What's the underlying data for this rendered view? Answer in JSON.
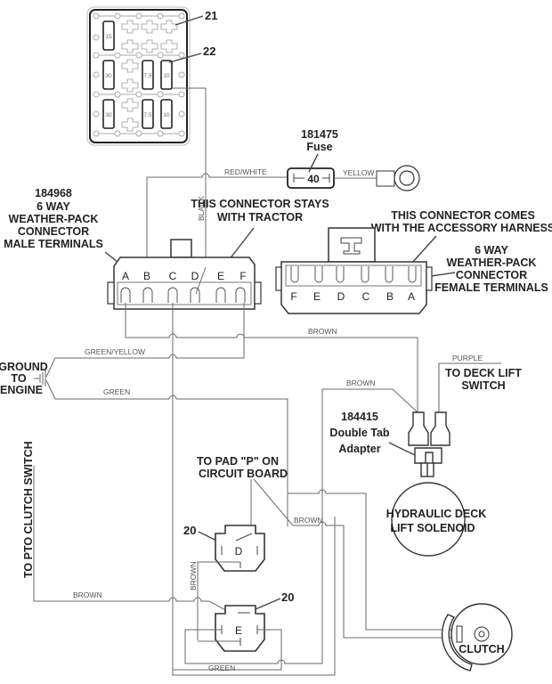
{
  "fuse_block": {
    "callouts": [
      "21",
      "22"
    ],
    "fuse_ratings": [
      "15",
      "30",
      "7.5",
      "10",
      "30",
      "7.5",
      "10"
    ]
  },
  "fuse": {
    "part_number": "181475",
    "name": "Fuse",
    "rating": "40"
  },
  "male_connector": {
    "part_number": "184968",
    "line1": "6 WAY",
    "line2": "WEATHER-PACK",
    "line3": "CONNECTOR",
    "line4": "MALE TERMINALS",
    "note_line1": "THIS CONNECTOR STAYS",
    "note_line2": "WITH TRACTOR",
    "pins": [
      "A",
      "B",
      "C",
      "D",
      "E",
      "F"
    ]
  },
  "female_connector": {
    "note_line1": "THIS CONNECTOR COMES",
    "note_line2": "WITH THE ACCESSORY HARNESS",
    "line1": "6 WAY",
    "line2": "WEATHER-PACK",
    "line3": "CONNECTOR",
    "line4": "FEMALE TERMINALS",
    "pins": [
      "F",
      "E",
      "D",
      "C",
      "B",
      "A"
    ]
  },
  "wires": {
    "red_white": "RED/WHITE",
    "yellow": "YELLOW",
    "black": "BLACK",
    "brown_top": "BROWN",
    "green_yellow": "GREEN/YELLOW",
    "green": "GREEN",
    "purple": "PURPLE",
    "brown_adapter": "BROWN",
    "brown_mid": "BROWN",
    "brown_vertical": "BROWN",
    "brown_pto": "BROWN",
    "green_bottom": "GREEN"
  },
  "ground": {
    "line1": "GROUND",
    "line2": "TO",
    "line3": "ENGINE"
  },
  "deck_lift_switch": {
    "line1": "TO DECK LIFT",
    "line2": "SWITCH"
  },
  "adapter": {
    "part_number": "184415",
    "line1": "Double Tab",
    "line2": "Adapter"
  },
  "solenoid": {
    "line1": "HYDRAULIC DECK",
    "line2": "LIFT SOLENOID"
  },
  "circuit_board": {
    "line1": "TO PAD \"P\" ON",
    "line2": "CIRCUIT BOARD"
  },
  "relays": [
    {
      "callout": "20",
      "letter": "D"
    },
    {
      "callout": "20",
      "letter": "E"
    }
  ],
  "pto_switch": "TO PTO CLUTCH SWITCH",
  "clutch": "CLUTCH"
}
